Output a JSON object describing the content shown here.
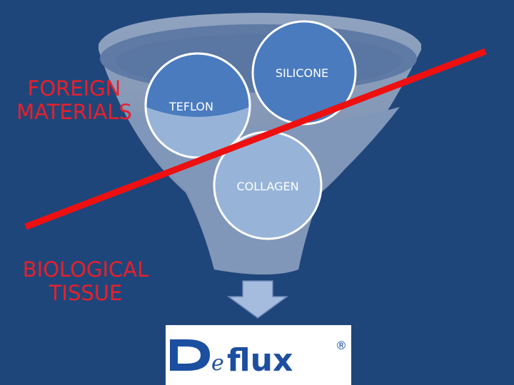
{
  "labels": {
    "foreign_materials": [
      "FOREIGN",
      "MATERIALS"
    ],
    "biological_tissue": [
      "BIOLOGICAL",
      "TISSUE"
    ]
  },
  "circles": {
    "teflon": "TEFLON",
    "silicone": "SILICONE",
    "collagen": "COLLAGEN"
  },
  "logo": {
    "text": "Deflux",
    "registered": "®"
  },
  "colors": {
    "background": "#1f467a",
    "funnel_outer": "#8396b4",
    "funnel_rim": "#5b78a3",
    "circle_fill": "#4a7bbf",
    "circle_fill_light": "#97b4d8",
    "circle_stroke": "#ffffff",
    "cross_line": "#ee1010",
    "label_red": "#e8202a",
    "arrow_fill": "#a6bcde",
    "logo_blue": "#1c4fa0"
  }
}
